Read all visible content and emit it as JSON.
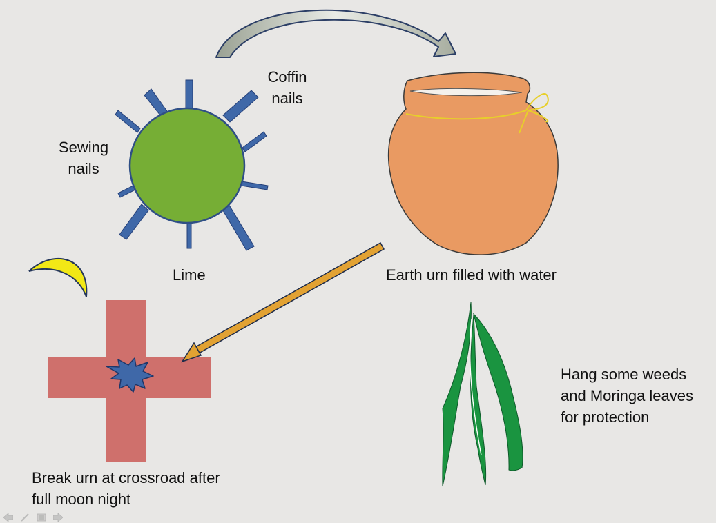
{
  "labels": {
    "coffin_line1": "Coffin",
    "coffin_line2": "nails",
    "sewing_line1": "Sewing",
    "sewing_line2": "nails",
    "lime": "Lime",
    "urn": "Earth urn filled with water",
    "weeds_line1": "Hang some weeds",
    "weeds_line2": "and Moringa leaves",
    "weeds_line3": "for protection",
    "crossroad_line1": "Break urn at crossroad after",
    "crossroad_line2": "full moon night"
  },
  "icons": {
    "toolbar": [
      "back-arrow-icon",
      "pen-icon",
      "menu-icon",
      "forward-arrow-icon"
    ]
  },
  "colors": {
    "background": "#e8e7e5",
    "lime_fill": "#76ae35",
    "nail_fill": "#3f68a8",
    "urn_fill": "#e99a62",
    "crossroad_fill": "#cf706c",
    "moon_fill": "#f2e816",
    "leaf_fill": "#1a9440",
    "arrow_fill": "#e2a233"
  }
}
